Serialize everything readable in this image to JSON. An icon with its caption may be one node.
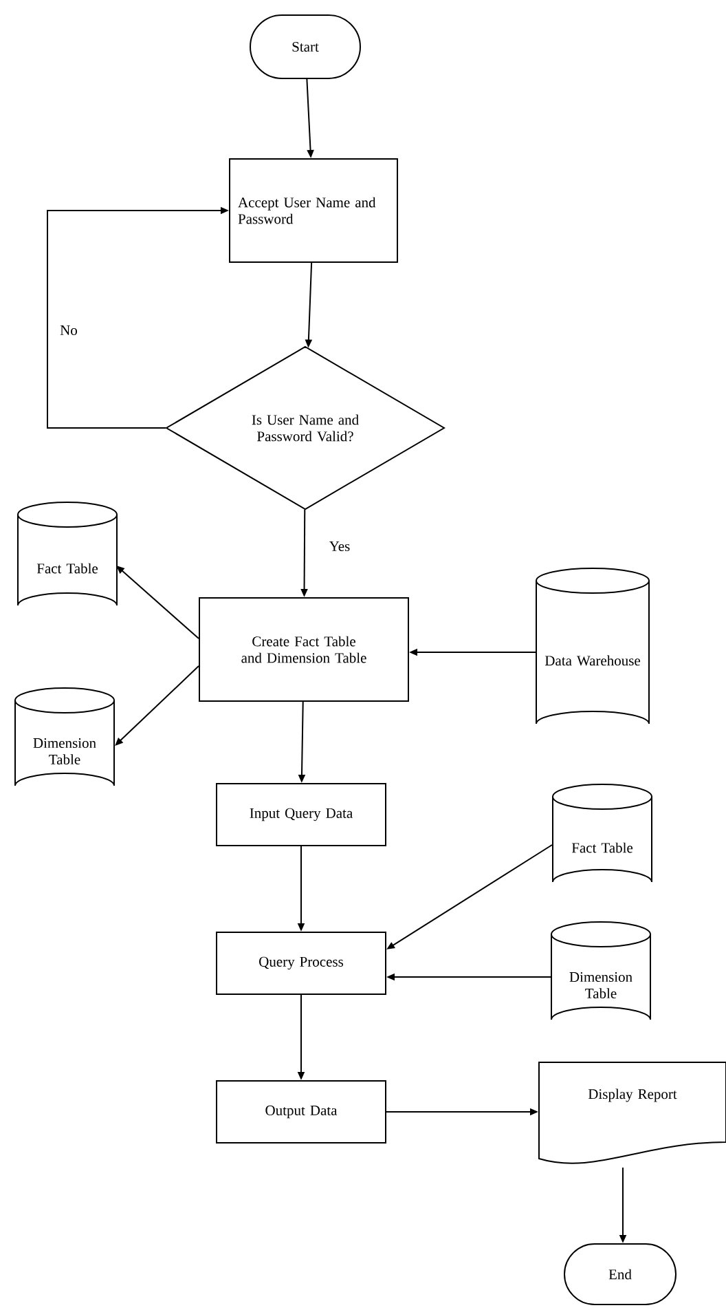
{
  "diagram": {
    "nodes": [
      {
        "text": [
          "Start"
        ]
      },
      {
        "text": [
          "Accept User Name and Password"
        ]
      },
      {
        "text": [
          "Is User Name and Password Valid?"
        ]
      },
      {
        "text": [
          "Fact Table"
        ]
      },
      {
        "text": [
          "Create Fact Table and Dimension Table"
        ]
      },
      {
        "text": [
          "Dimension Table"
        ]
      },
      {
        "text": [
          "Data Warehouse"
        ]
      },
      {
        "text": [
          "Input Query Data"
        ]
      },
      {
        "text": [
          "Fact Table"
        ]
      },
      {
        "text": [
          "Query Process"
        ]
      },
      {
        "text": [
          "Dimension Table"
        ]
      },
      {
        "text": [
          "Output Data"
        ]
      },
      {
        "text": [
          "Display Report"
        ]
      },
      {
        "text": [
          "End"
        ]
      }
    ],
    "edges": [
      {
        "from": 0,
        "to": 1,
        "arrow": "to"
      },
      {
        "from": 1,
        "to": 2,
        "arrow": "to"
      },
      {
        "from": 2,
        "to": 1,
        "arrow": "to",
        "label": "No"
      },
      {
        "from": 2,
        "to": 4,
        "arrow": "to",
        "label": "Yes"
      },
      {
        "from": 4,
        "to": 3,
        "arrow": "to"
      },
      {
        "from": 4,
        "to": 5,
        "arrow": "to"
      },
      {
        "from": 6,
        "to": 4,
        "arrow": "to"
      },
      {
        "from": 4,
        "to": 7,
        "arrow": "to"
      },
      {
        "from": 7,
        "to": 9,
        "arrow": "to"
      },
      {
        "from": 8,
        "to": 9,
        "arrow": "to"
      },
      {
        "from": 10,
        "to": 9,
        "arrow": "to"
      },
      {
        "from": 9,
        "to": 11,
        "arrow": "to"
      },
      {
        "from": 11,
        "to": 12,
        "arrow": "to"
      },
      {
        "from": 12,
        "to": 13,
        "arrow": "to"
      }
    ]
  }
}
